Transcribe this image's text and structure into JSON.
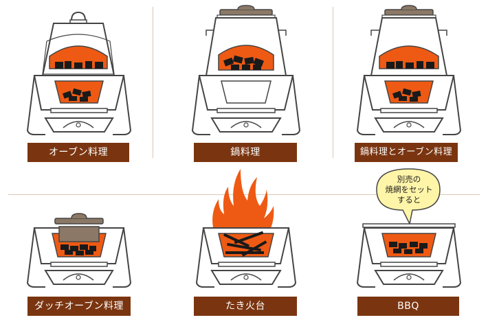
{
  "labels": {
    "oven": "オーブン料理",
    "pot": "鍋料理",
    "pot_oven": "鍋料理とオーブン料理",
    "dutch_oven": "ダッチオーブン料理",
    "bonfire": "たき火台",
    "bbq": "BBQ"
  },
  "bubble": {
    "line1": "別売の",
    "line2": "焼網をセット",
    "line3": "すると"
  },
  "colors": {
    "label_bg": "#7a3510",
    "fire": "#ee5a14",
    "lid": "#8b7866",
    "charcoal": "#1a1a1a",
    "divider": "#d9c7b4",
    "bubble_fill": "#fff5a8"
  }
}
